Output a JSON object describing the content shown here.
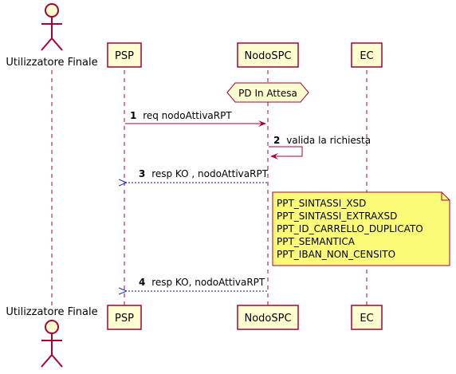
{
  "participants": [
    {
      "id": "user",
      "label": "Utilizzatore Finale",
      "kind": "actor"
    },
    {
      "id": "psp",
      "label": "PSP",
      "kind": "box"
    },
    {
      "id": "nodo",
      "label": "NodoSPC",
      "kind": "box"
    },
    {
      "id": "ec",
      "label": "EC",
      "kind": "box"
    }
  ],
  "state": {
    "label": "PD In Attesa"
  },
  "messages": [
    {
      "num": "1",
      "text": "req nodoAttivaRPT",
      "from": "psp",
      "to": "nodo",
      "style": "solid"
    },
    {
      "num": "2",
      "text": "valida la richiesta",
      "from": "nodo",
      "to": "nodo",
      "style": "solid"
    },
    {
      "num": "3",
      "text": "resp KO , nodoAttivaRPT",
      "from": "nodo",
      "to": "psp",
      "style": "dashed"
    },
    {
      "num": "4",
      "text": "resp KO, nodoAttivaRPT",
      "from": "nodo",
      "to": "psp",
      "style": "dashed"
    }
  ],
  "note": {
    "lines": [
      "PPT_SINTASSI_XSD",
      "PPT_SINTASSI_EXTRAXSD",
      "PPT_ID_CARRELLO_DUPLICATO",
      "PPT_SEMANTICA",
      "PPT_IBAN_NON_CENSITO"
    ]
  },
  "colors": {
    "participant_fill": "#FEFECE",
    "participant_border": "#A80036",
    "request_arrow": "#A80036",
    "response_arrow": "#0B21D6",
    "note_fill": "#FBFB77",
    "lifeline": "#A80036"
  }
}
